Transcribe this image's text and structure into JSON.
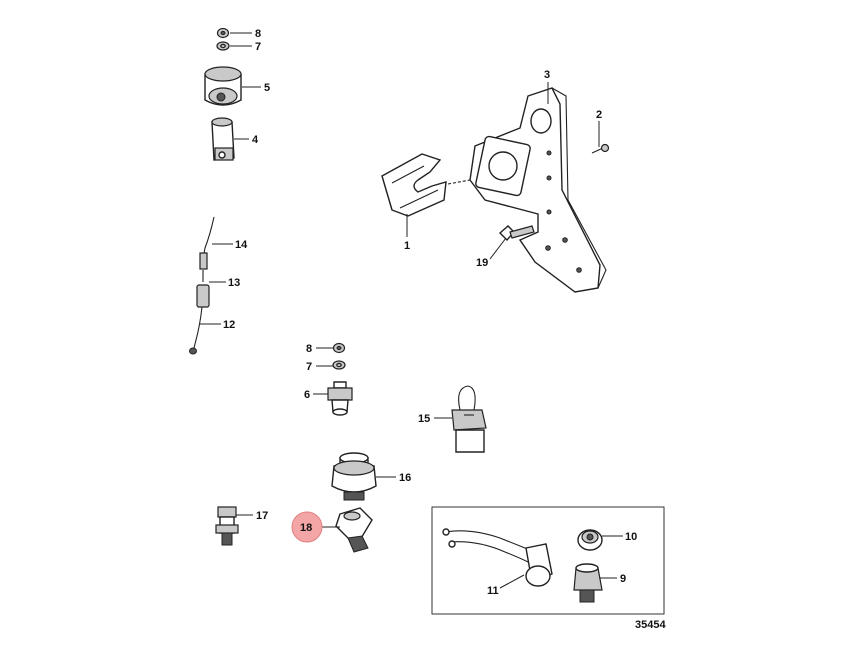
{
  "callouts": [
    {
      "id": "c8a",
      "text": "8"
    },
    {
      "id": "c7a",
      "text": "7"
    },
    {
      "id": "c5",
      "text": "5"
    },
    {
      "id": "c4",
      "text": "4"
    },
    {
      "id": "c14",
      "text": "14"
    },
    {
      "id": "c13",
      "text": "13"
    },
    {
      "id": "c12",
      "text": "12"
    },
    {
      "id": "c3",
      "text": "3"
    },
    {
      "id": "c2",
      "text": "2"
    },
    {
      "id": "c1",
      "text": "1"
    },
    {
      "id": "c19",
      "text": "19"
    },
    {
      "id": "c8b",
      "text": "8"
    },
    {
      "id": "c7b",
      "text": "7"
    },
    {
      "id": "c6",
      "text": "6"
    },
    {
      "id": "c15",
      "text": "15"
    },
    {
      "id": "c16",
      "text": "16"
    },
    {
      "id": "c17",
      "text": "17"
    },
    {
      "id": "c18",
      "text": "18"
    },
    {
      "id": "c10",
      "text": "10"
    },
    {
      "id": "c9",
      "text": "9"
    },
    {
      "id": "c11",
      "text": "11"
    }
  ],
  "highlight": {
    "callout": "18",
    "color": "#f4a6a6"
  },
  "figure_number": "35454"
}
